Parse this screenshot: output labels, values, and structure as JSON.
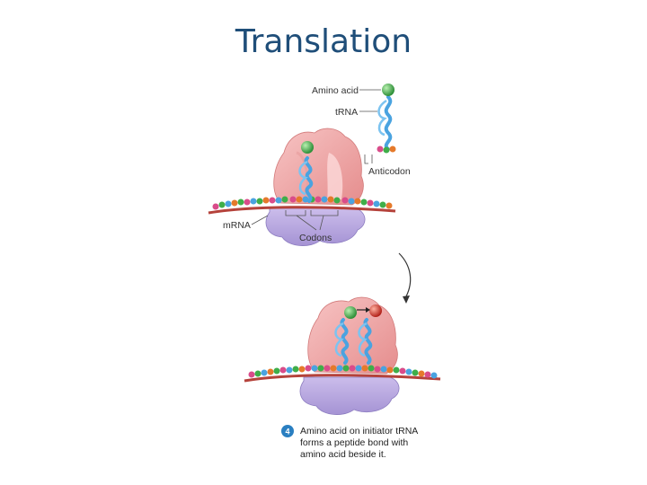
{
  "slide": {
    "title": "Translation"
  },
  "labels": {
    "amino_acid": "Amino acid",
    "trna": "tRNA",
    "anticodon": "Anticodon",
    "mrna": "mRNA",
    "codons": "Codons"
  },
  "step": {
    "number": "4",
    "caption_lines": [
      "Amino acid on initiator tRNA",
      "forms a peptide bond with",
      "amino acid beside it."
    ]
  },
  "colors": {
    "title": "#1f4e79",
    "ribosome_large": "#f0a8a8",
    "ribosome_small": "#b7a6dc",
    "trna": "#4aa3e0",
    "amino_acid_green": "#3fae49",
    "amino_acid_red": "#d9342b",
    "mrna_strand": "#b5423b",
    "step_badge": "#2a7fc1"
  },
  "icons": {
    "step_arrow": "curved-arrow-down-icon",
    "peptide_arrow": "arrow-right-icon"
  }
}
